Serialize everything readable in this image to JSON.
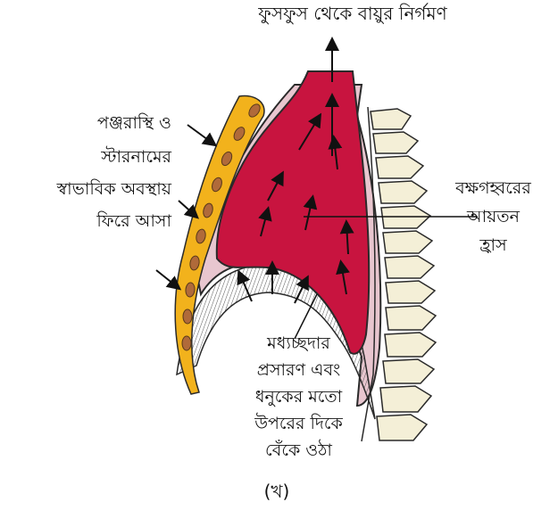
{
  "labels": {
    "top": "ফুসফুস থেকে বায়ুর নির্গমণ",
    "ribs_line1": "পঞ্জরাস্থি ও",
    "ribs_line2": "স্টারনামের",
    "ribs_line3": "স্বাভাবিক অবস্থায়",
    "ribs_line4": "ফিরে আসা",
    "cavity_line1": "বক্ষগহ্বরের",
    "cavity_line2": "আয়তন",
    "cavity_line3": "হ্রাস",
    "diaphragm_line1": "মধ্যচ্ছদার",
    "diaphragm_line2": "প্রসারণ এবং",
    "diaphragm_line3": "ধনুকের মতো",
    "diaphragm_line4": "উপরের দিকে",
    "diaphragm_line5": "বেঁকে ওঠা",
    "caption": "(খ)"
  },
  "colors": {
    "lung": "#c8143f",
    "pleura": "#e8c6cf",
    "sternum": "#f2b21c",
    "sternum_dots": "#b06a3a",
    "vertebra": "#f4efd7",
    "outline": "#2a2a2a"
  }
}
